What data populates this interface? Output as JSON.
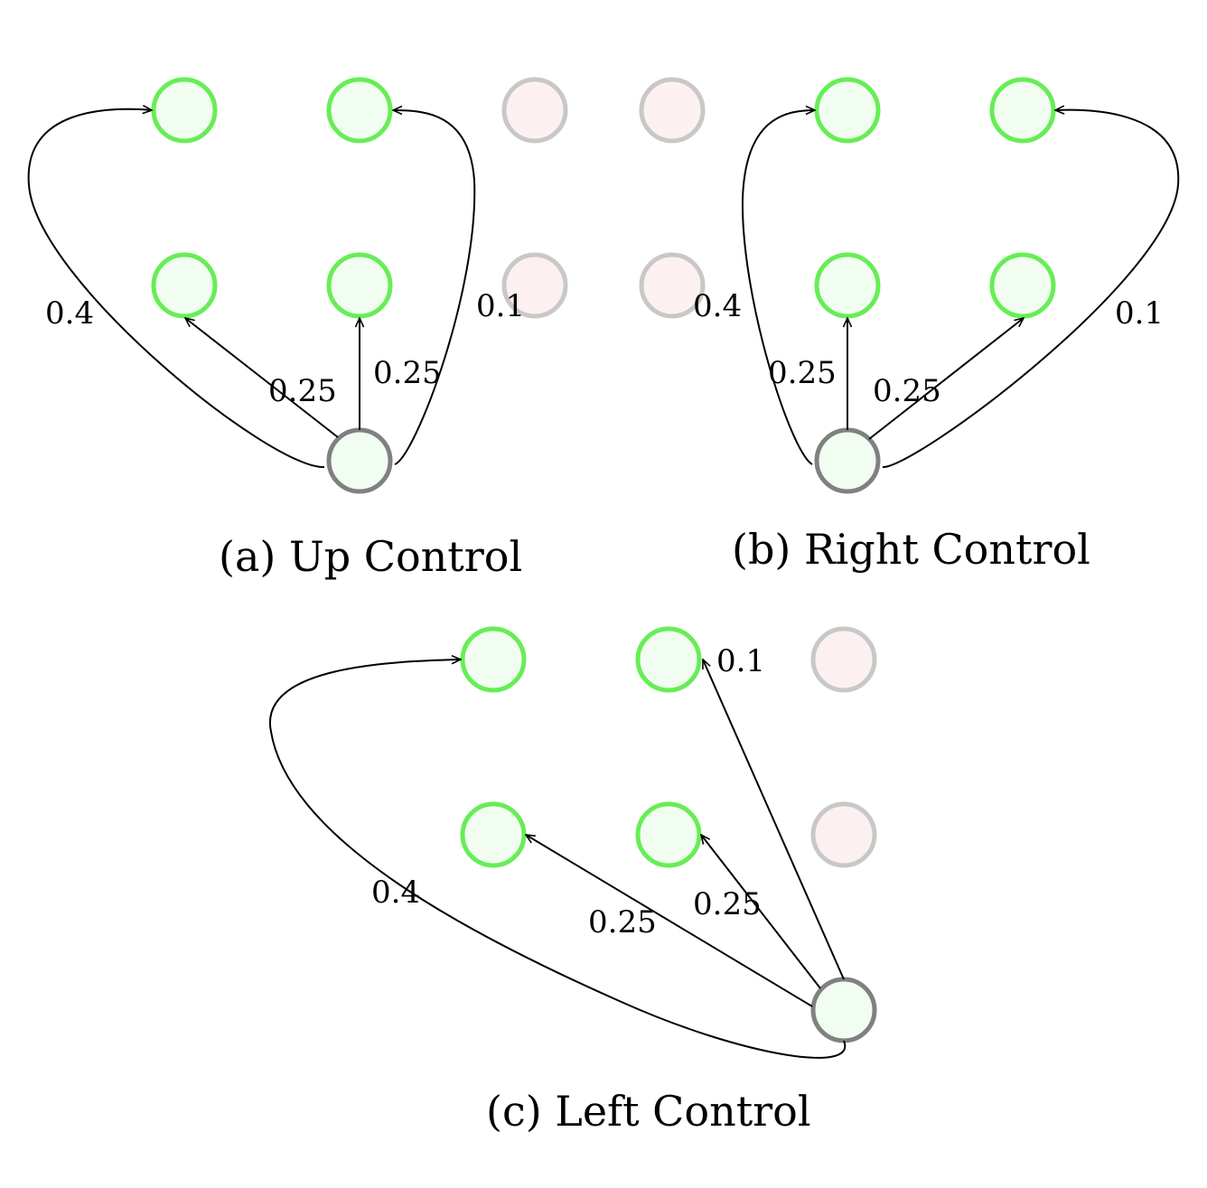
{
  "colors": {
    "reachable_stroke": "#66ee55",
    "reachable_fill": "#f2fdf2",
    "blocked_stroke": "#c8c8c8",
    "blocked_fill": "#fdf0f0",
    "origin_stroke": "#808080",
    "origin_fill": "#f2fdf2",
    "edge": "#000000"
  },
  "panels": {
    "a": {
      "caption": "(a) Up Control",
      "labels": {
        "far_left": "0.4",
        "near_left": "0.25",
        "straight": "0.25",
        "far_right": "0.1"
      }
    },
    "b": {
      "caption": "(b) Right Control",
      "labels": {
        "far_left": "0.4",
        "straight": "0.25",
        "near_right": "0.25",
        "far_right": "0.1"
      }
    },
    "c": {
      "caption": "(c) Left Control",
      "labels": {
        "far_left": "0.4",
        "near_left": "0.25",
        "near_mid": "0.25",
        "top_mid": "0.1"
      }
    }
  }
}
